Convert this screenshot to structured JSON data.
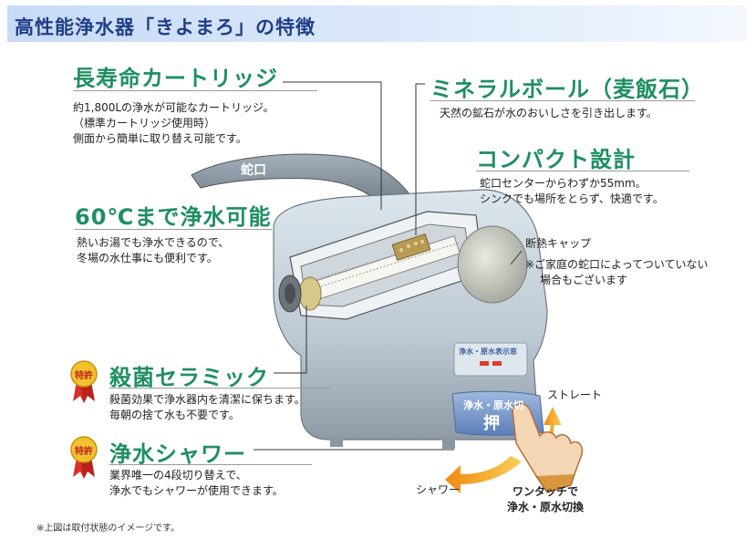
{
  "header": {
    "title": "高性能浄水器「きよまろ」の特徴"
  },
  "features": {
    "cartridge": {
      "title": "長寿命カートリッジ",
      "lines": [
        "約1,800Lの浄水が可能なカートリッジ。",
        "（標準カートリッジ使用時）",
        "側面から簡単に取り替え可能です。"
      ]
    },
    "mineral": {
      "title": "ミネラルボール（麦飯石）",
      "lines": [
        "天然の鉱石が水のおいしさを引き出します。"
      ]
    },
    "compact": {
      "title": "コンパクト設計",
      "lines": [
        "蛇口センターからわずか55mm。",
        "シンクでも場所をとらず、快適です。"
      ]
    },
    "hot_water": {
      "title": "60℃まで浄水可能",
      "lines": [
        "熱いお湯でも浄水できるので、",
        "冬場の水仕事にも便利です。"
      ]
    },
    "ceramic": {
      "badge": "特許",
      "title": "殺菌セラミック",
      "lines": [
        "殺菌効果で浄水器内を清潔に保ちます。",
        "毎朝の捨て水も不要です。"
      ]
    },
    "shower": {
      "badge": "特許",
      "title": "浄水シャワー",
      "lines": [
        "業界唯一の4段切り替えで、",
        "浄水でもシャワーが使用できます。"
      ]
    },
    "cap": {
      "title": "断熱キャップ",
      "lines": [
        "※ご家庭の蛇口によってついていない",
        "場合もございます"
      ]
    }
  },
  "labels": {
    "faucet": "蛇口",
    "straight": "ストレート",
    "shower": "シャワー",
    "one_touch": [
      "ワンタッチで",
      "浄水・原水切換"
    ],
    "indicator": "浄水・原水表示窓",
    "front_panel": "浄水・原水切",
    "press": "押"
  },
  "footnote": "※上図は取付状態のイメージです。",
  "colors": {
    "feature_title": "#1e8f63",
    "header_title": "#1f3f86",
    "arrow": "#f5a020",
    "badge": "#e0342c"
  }
}
